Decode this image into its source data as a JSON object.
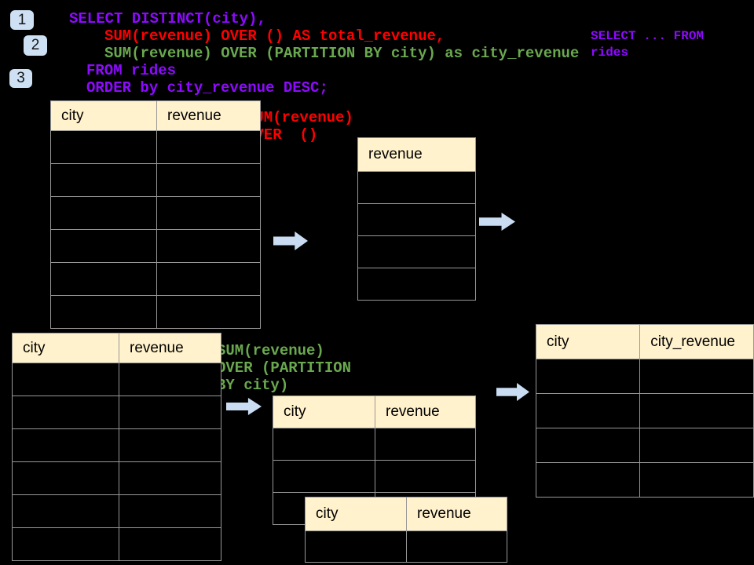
{
  "sql_code": {
    "line1": "SELECT DISTINCT(city),",
    "line2": "SUM(revenue) OVER () AS total_revenue,",
    "line3": "SUM(revenue) OVER (PARTITION BY city) as city_revenue",
    "line4": "FROM rides",
    "line5": "ORDER by city_revenue DESC;"
  },
  "badges": {
    "step1": "1",
    "step2": "2",
    "step3": "3"
  },
  "corner_note": {
    "line1": "SELECT ... FROM",
    "line2": "rides"
  },
  "annotation_total": {
    "line1": "SUM(revenue)",
    "line2": "OVER  ()"
  },
  "annotation_partition": {
    "line1": "SUM(revenue)",
    "line2": "OVER (PARTITION",
    "line3": "BY city)"
  },
  "tables": {
    "source_top": {
      "headers": [
        "city",
        "revenue"
      ],
      "body_rows": 6
    },
    "total_revenue": {
      "headers": [
        "revenue"
      ],
      "body_rows": 4
    },
    "source_bottom": {
      "headers": [
        "city",
        "revenue"
      ],
      "body_rows": 6
    },
    "partition_group": {
      "headers": [
        "city",
        "revenue"
      ],
      "body_rows": 3
    },
    "partition_overlay": {
      "headers": [
        "city",
        "revenue"
      ],
      "body_rows": 1
    },
    "result": {
      "headers": [
        "city",
        "city_revenue"
      ],
      "body_rows": 4
    }
  },
  "colors": {
    "keyword_purple": "#8e0aff",
    "total_revenue_red": "#ff0000",
    "partition_green": "#6aa84f",
    "table_header_fill": "#fff2cc",
    "table_border": "#989898",
    "arrow_blue": "#c9dcf2",
    "badge_blue": "#cee0f3",
    "background": "#000000"
  }
}
